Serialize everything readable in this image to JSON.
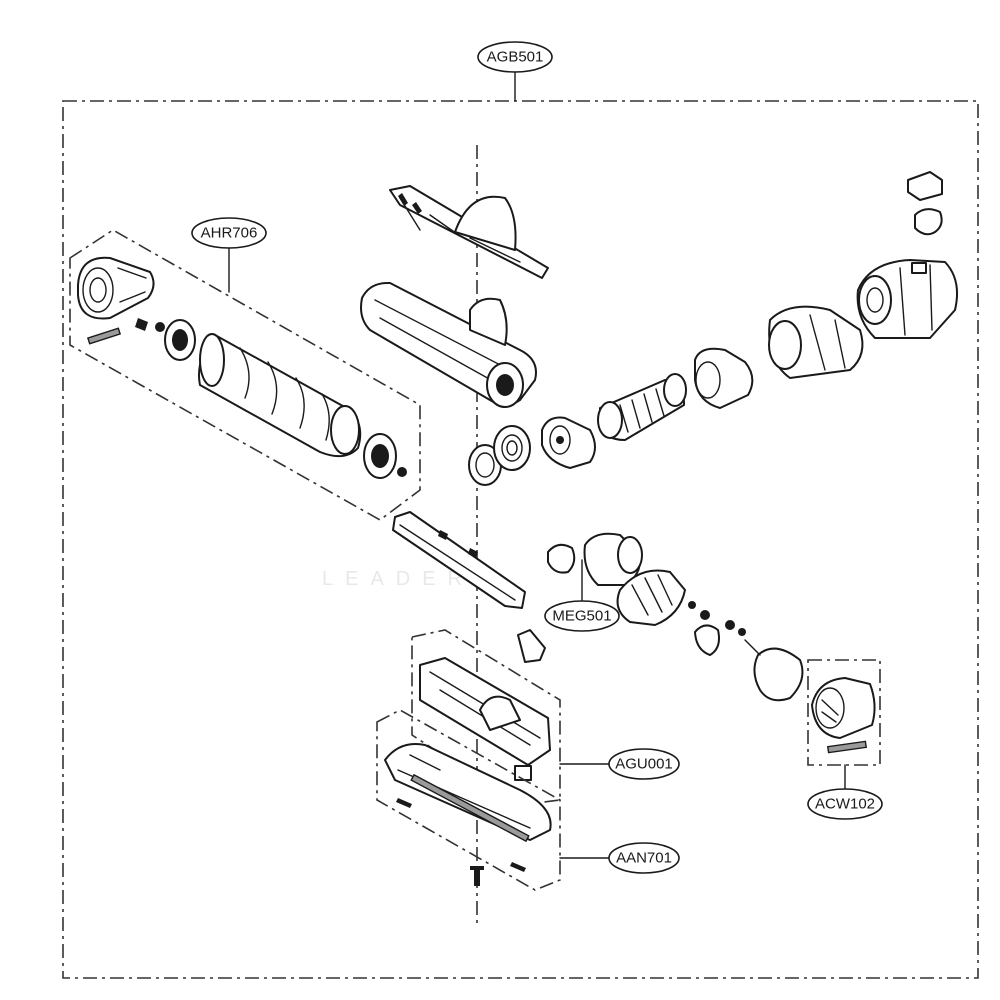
{
  "labels": {
    "assembly_main": "AGB501",
    "brush_roll": "AHR706",
    "motor": "MEG501",
    "cover_window": "ACW102",
    "guide_upper": "AGU001",
    "nozzle_lower": "AAN701"
  },
  "watermark": "LEADER"
}
